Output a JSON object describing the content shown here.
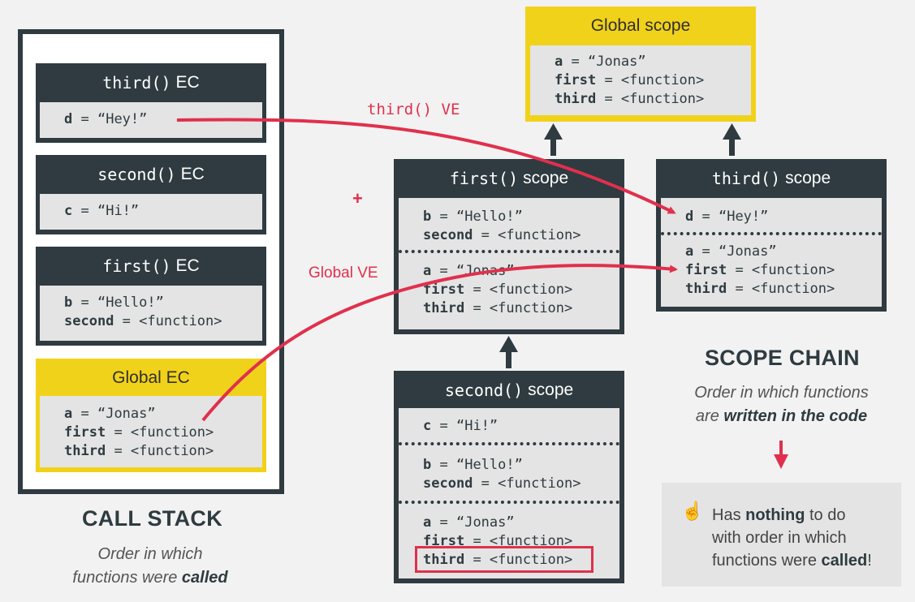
{
  "call_stack": {
    "heading": "CALL STACK",
    "sub_line1": "Order in which",
    "sub_line2_prefix": "functions were ",
    "sub_line2_bold": "called",
    "frames": [
      {
        "fn": "third()",
        "suffix": "EC",
        "rows": [
          {
            "name": "d",
            "value": "= “Hey!”"
          }
        ]
      },
      {
        "fn": "second()",
        "suffix": "EC",
        "rows": [
          {
            "name": "c",
            "value": "= “Hi!”"
          }
        ]
      },
      {
        "fn": "first()",
        "suffix": "EC",
        "rows": [
          {
            "name": "b",
            "value": "= “Hello!”"
          },
          {
            "name": "second",
            "value": "= <function>"
          }
        ]
      },
      {
        "title": "Global EC",
        "rows": [
          {
            "name": "a",
            "value": "= “Jonas”"
          },
          {
            "name": "first",
            "value": "= <function>"
          },
          {
            "name": "third",
            "value": "= <function>"
          }
        ]
      }
    ]
  },
  "scopes": {
    "global": {
      "title": "Global scope",
      "rows": [
        {
          "name": "a",
          "value": "= “Jonas”"
        },
        {
          "name": "first",
          "value": "= <function>"
        },
        {
          "name": "third",
          "value": "= <function>"
        }
      ]
    },
    "first": {
      "fn": "first()",
      "suffix": "scope",
      "own": [
        {
          "name": "b",
          "value": "= “Hello!”"
        },
        {
          "name": "second",
          "value": "= <function>"
        }
      ],
      "inherited": [
        {
          "name": "a",
          "value": "= “Jonas”"
        },
        {
          "name": "first",
          "value": "= <function>"
        },
        {
          "name": "third",
          "value": "= <function>"
        }
      ]
    },
    "third": {
      "fn": "third()",
      "suffix": "scope",
      "own": [
        {
          "name": "d",
          "value": "= “Hey!”"
        }
      ],
      "inherited": [
        {
          "name": "a",
          "value": "= “Jonas”"
        },
        {
          "name": "first",
          "value": "= <function>"
        },
        {
          "name": "third",
          "value": "= <function>"
        }
      ]
    },
    "second": {
      "fn": "second()",
      "suffix": "scope",
      "own": [
        {
          "name": "c",
          "value": "= “Hi!”"
        }
      ],
      "parent": [
        {
          "name": "b",
          "value": "= “Hello!”"
        },
        {
          "name": "second",
          "value": "= <function>"
        }
      ],
      "global": [
        {
          "name": "a",
          "value": "= “Jonas”"
        },
        {
          "name": "first",
          "value": "= <function>"
        },
        {
          "name": "third",
          "value": "= <function>"
        }
      ]
    }
  },
  "labels": {
    "third_ve": "third() VE",
    "global_ve": "Global VE",
    "plus": "+"
  },
  "scope_chain": {
    "heading": "SCOPE CHAIN",
    "sub_line1": "Order in which functions",
    "sub_line2_prefix": "are ",
    "sub_line2_bold": "written in the code"
  },
  "note": {
    "icon": "pointing-hand-icon",
    "line1_prefix": "Has ",
    "line1_bold": "nothing",
    "line1_suffix": " to do",
    "line2": "with order in which",
    "line3_prefix": "functions were ",
    "line3_bold": "called",
    "line3_suffix": "!"
  },
  "colors": {
    "dark": "#2f3b40",
    "yellow": "#f1d21a",
    "red": "#e0304d",
    "panel": "#e4e4e4"
  }
}
